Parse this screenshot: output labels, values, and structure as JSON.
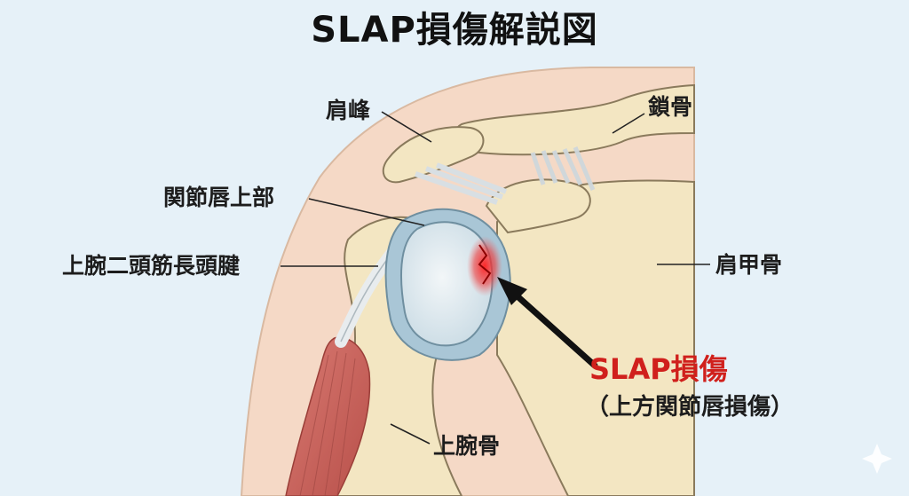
{
  "title": "SLAP損傷解説図",
  "labels": {
    "acromion": "肩峰",
    "clavicle": "鎖骨",
    "superior_labrum": "関節唇上部",
    "biceps_long_head_tendon": "上腕二頭筋長頭腱",
    "scapula": "肩甲骨",
    "humerus": "上腕骨"
  },
  "injury": {
    "name": "SLAP損傷",
    "description": "（上方関節唇損傷）"
  },
  "colors": {
    "background": "#e6f1f8",
    "bone": "#f3e6c2",
    "bone_outline": "#8a7a5c",
    "cartilage": "#dde8ee",
    "labrum": "#a9c6d6",
    "muscle": "#c9615a",
    "injury_red": "#d0201c",
    "skin": "#f5d9c6"
  }
}
